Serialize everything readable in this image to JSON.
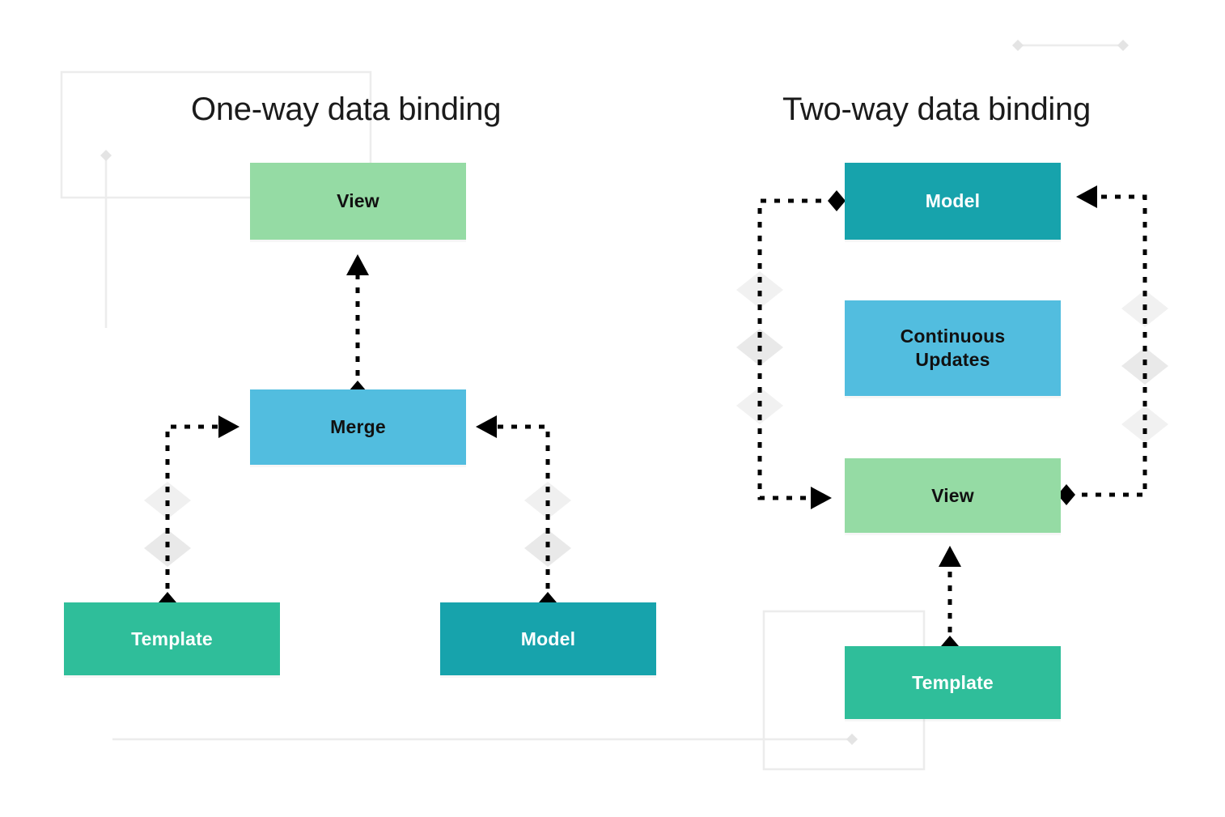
{
  "diagram": {
    "title_left": "One-way data binding",
    "title_right": "Two-way data binding",
    "palette": {
      "light_green": "#95DBA4",
      "sky_blue": "#52BDDF",
      "mint_green": "#2FBE9A",
      "teal": "#17A3AC",
      "connector": "#000000",
      "watermark": "#ececec",
      "text_dark": "#111111",
      "text_light": "#ffffff",
      "background": "#ffffff"
    }
  },
  "left_panel": {
    "title": "One-way data binding",
    "nodes": [
      {
        "id": "view",
        "label": "View",
        "color": "#95DBA4",
        "text_color": "#111111"
      },
      {
        "id": "merge",
        "label": "Merge",
        "color": "#52BDDF",
        "text_color": "#111111"
      },
      {
        "id": "template",
        "label": "Template",
        "color": "#2FBE9A",
        "text_color": "#ffffff"
      },
      {
        "id": "model",
        "label": "Model",
        "color": "#17A3AC",
        "text_color": "#ffffff"
      }
    ],
    "edges": [
      {
        "from": "merge",
        "to": "view",
        "start_marker": "diamond",
        "end_marker": "arrow"
      },
      {
        "from": "template",
        "to": "merge",
        "start_marker": "diamond",
        "end_marker": "arrow"
      },
      {
        "from": "model",
        "to": "merge",
        "start_marker": "diamond",
        "end_marker": "arrow"
      }
    ]
  },
  "right_panel": {
    "title": "Two-way data binding",
    "nodes": [
      {
        "id": "model",
        "label": "Model",
        "color": "#17A3AC",
        "text_color": "#ffffff"
      },
      {
        "id": "continuous",
        "label": "Continuous\nUpdates",
        "color": "#52BDDF",
        "text_color": "#111111"
      },
      {
        "id": "view",
        "label": "View",
        "color": "#95DBA4",
        "text_color": "#111111"
      },
      {
        "id": "template",
        "label": "Template",
        "color": "#2FBE9A",
        "text_color": "#ffffff"
      }
    ],
    "edges": [
      {
        "from": "model",
        "to": "view",
        "start_marker": "diamond",
        "end_marker": "arrow"
      },
      {
        "from": "view",
        "to": "model",
        "start_marker": "diamond",
        "end_marker": "arrow"
      },
      {
        "from": "template",
        "to": "view",
        "start_marker": "diamond",
        "end_marker": "arrow"
      }
    ]
  },
  "labels": {
    "continuous_line1": "Continuous",
    "continuous_line2": "Updates"
  }
}
